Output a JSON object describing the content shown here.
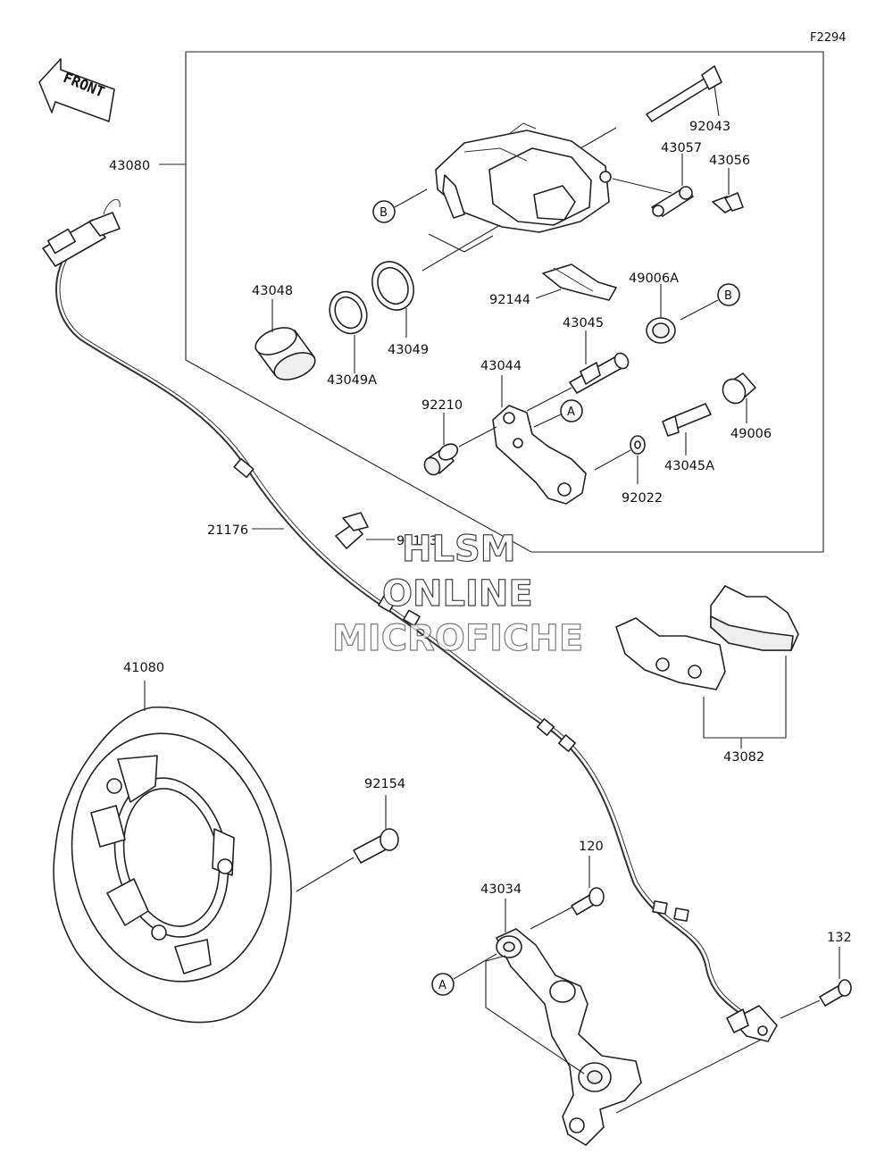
{
  "figure_code": "F2294",
  "front_label": "FRONT",
  "watermark": {
    "line1": "HLSM",
    "line2": "ONLINE",
    "line3": "MICROFICHE"
  },
  "ref_markers": {
    "a": "A",
    "b": "B"
  },
  "parts": {
    "p92043": "92043",
    "p43057": "43057",
    "p43056": "43056",
    "p43080": "43080",
    "p43048": "43048",
    "p43049": "43049",
    "p43049A": "43049A",
    "p92144": "92144",
    "p49006A": "49006A",
    "p43045": "43045",
    "p43044": "43044",
    "p92210": "92210",
    "p49006": "49006",
    "p43045A": "43045A",
    "p92022": "92022",
    "p21176": "21176",
    "p92173": "92173",
    "p41080": "41080",
    "p43082": "43082",
    "p92154": "92154",
    "p120": "120",
    "p43034": "43034",
    "p132": "132"
  }
}
